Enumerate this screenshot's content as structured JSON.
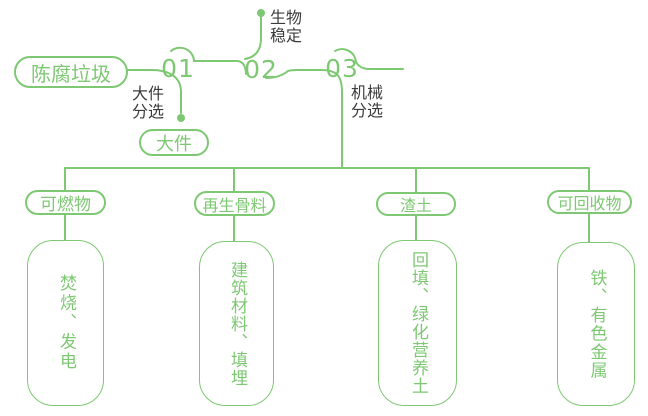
{
  "colors": {
    "accent_green": "#7ec873",
    "label_dark": "#3c3c3c",
    "background": "#ffffff"
  },
  "flow": {
    "source": "陈腐垃圾",
    "stages": [
      {
        "number": "01",
        "label_lines": [
          "大件",
          "分选"
        ],
        "output": "大件"
      },
      {
        "number": "02",
        "label_lines": [
          "生物",
          "稳定"
        ]
      },
      {
        "number": "03",
        "label_lines": [
          "机械",
          "分选"
        ]
      }
    ]
  },
  "branches": [
    {
      "category": "可燃物",
      "disposal": "焚烧、发电"
    },
    {
      "category": "再生骨料",
      "disposal": "建筑材料、填埋"
    },
    {
      "category": "渣土",
      "disposal": "回填、绿化营养土"
    },
    {
      "category": "可回收物",
      "disposal": "铁、有色金属"
    }
  ]
}
